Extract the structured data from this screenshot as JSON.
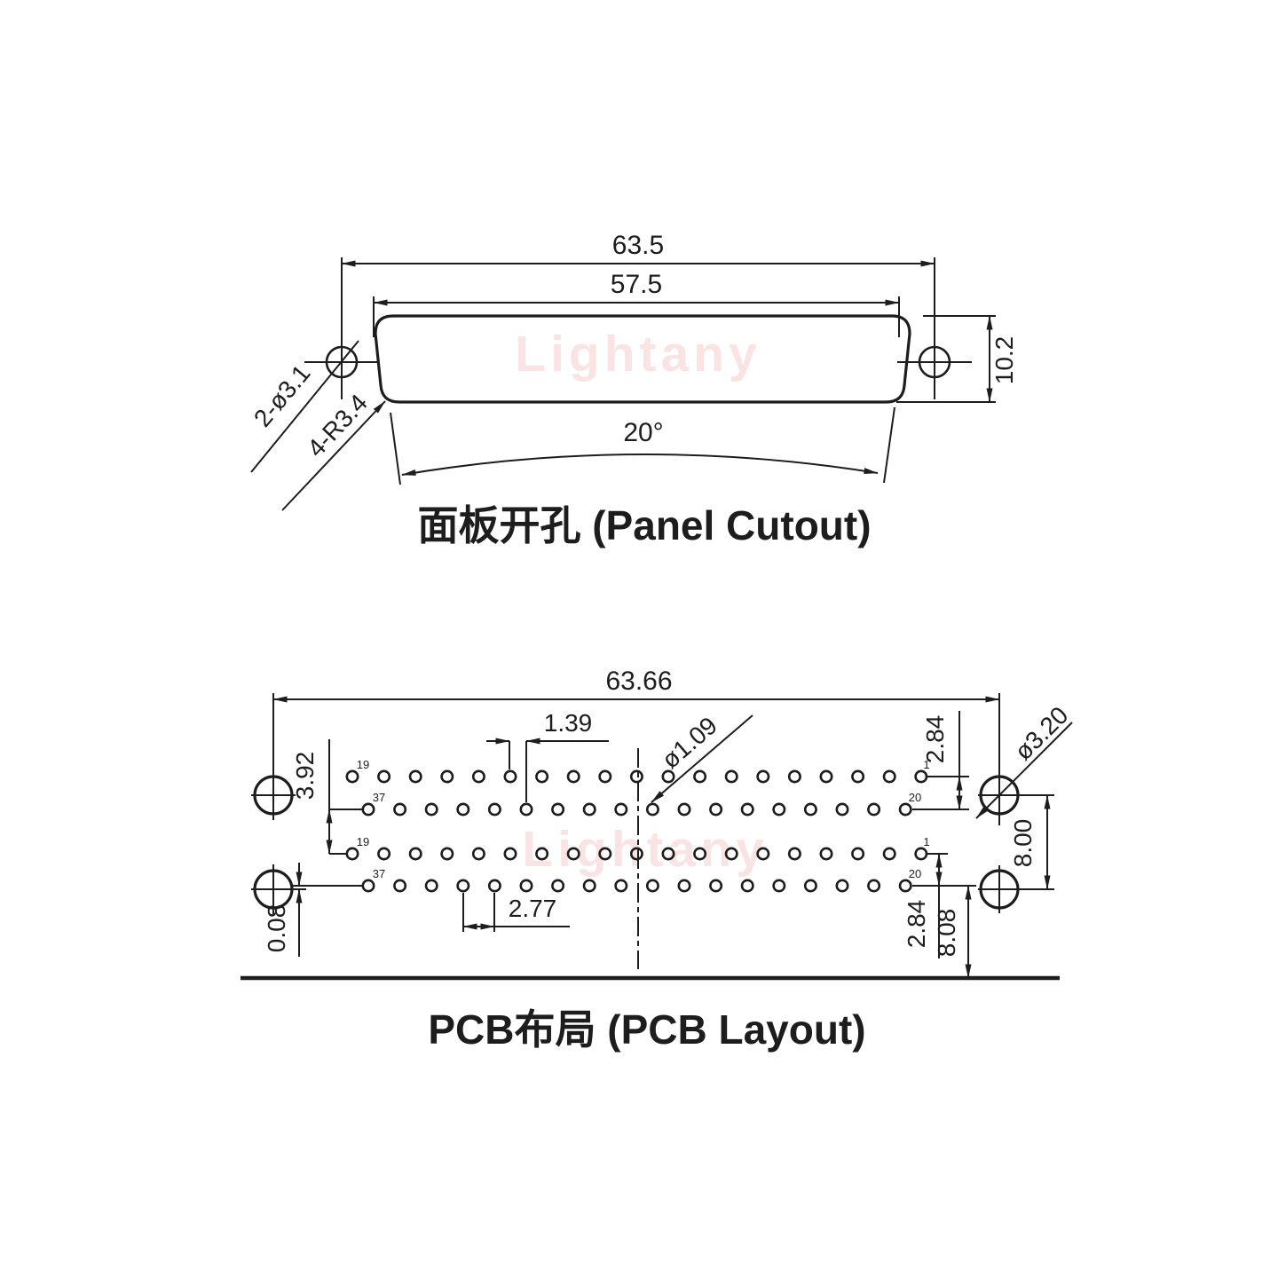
{
  "panel": {
    "title": "面板开孔 (Panel Cutout)",
    "watermark": "Lightany",
    "dims": {
      "outer_width": "63.5",
      "inner_width": "57.5",
      "height": "10.2",
      "angle": "20°",
      "mount_holes": "2-ø3.1",
      "corner_radius": "4-R3.4"
    }
  },
  "pcb": {
    "title": "PCB布局 (PCB Layout)",
    "watermark": "Lightany",
    "dims": {
      "total_width": "63.66",
      "half_pitch": "1.39",
      "pin_hole_dia": "ø1.09",
      "row_pitch_top": "2.84",
      "mount_hole_dia": "ø3.20",
      "row_gap_middle": "3.92",
      "mount_vertical_pitch": "8.00",
      "mount_row_offset": "0.08",
      "pin_pitch": "2.77",
      "row_pitch_bottom": "2.84",
      "edge_distance": "8.08"
    },
    "pin_labels": {
      "row1_left": "19",
      "row1_right": "1",
      "row2_left": "37",
      "row2_right": "20",
      "row3_left": "19",
      "row3_right": "1",
      "row4_left": "37",
      "row4_right": "20"
    },
    "grid": {
      "row_counts": [
        19,
        18,
        19,
        18
      ]
    }
  },
  "colors": {
    "line": "#1d1d1d",
    "watermark": "#f7d3d3",
    "background": "#ffffff"
  }
}
